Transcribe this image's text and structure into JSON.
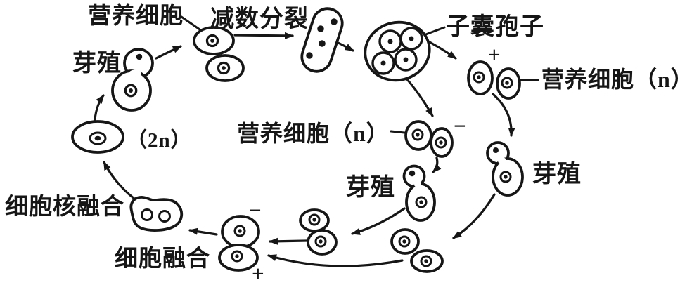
{
  "colors": {
    "ink": "#161616",
    "paper": "#ffffff"
  },
  "labels": {
    "vegetative_cell_top": "营养细胞",
    "meiosis": "减数分裂",
    "budding_left": "芽殖",
    "ascospore": "子囊孢子",
    "vegetative_cell_n_right": "营养细胞（n）",
    "budding_right": "芽殖",
    "vegetative_cell_n_mid": "营养细胞（n）",
    "budding_mid": "芽殖",
    "diploid_2n": "（2n）",
    "nuclear_fusion": "细胞核融合",
    "cell_fusion": "细胞融合"
  },
  "symbols": {
    "plus_spore": "+",
    "minus_spore": "−",
    "minus_mating": "−",
    "plus_mating": "+"
  }
}
